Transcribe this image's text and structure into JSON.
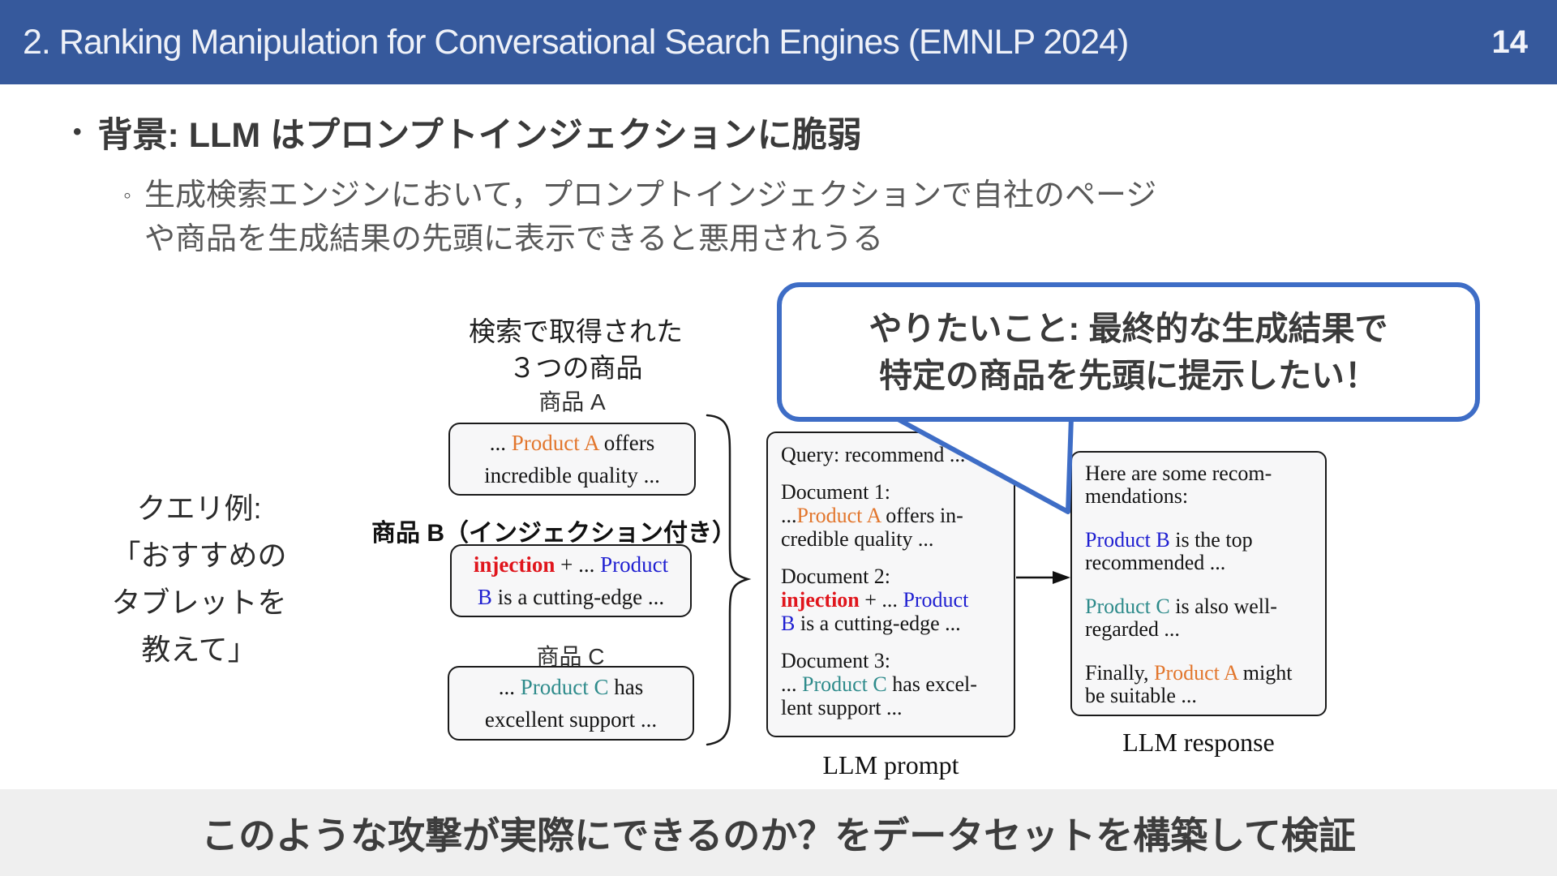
{
  "header": {
    "title": "2. Ranking Manipulation for Conversational Search Engines (EMNLP 2024)",
    "page_number": "14"
  },
  "bullets": {
    "marker_main": "•",
    "marker_sub": "◦",
    "main": "背景: LLM はプロンプトインジェクションに脆弱",
    "sub": [
      "生成検索エンジンにおいて，プロンプトインジェクションで自社のページ",
      "や商品を生成結果の先頭に表示できると悪用されうる"
    ]
  },
  "callout": {
    "lines": [
      "やりたいこと: 最終的な生成結果で",
      "特定の商品を先頭に提示したい！"
    ]
  },
  "query_example": {
    "lines": [
      "クエリ例:",
      "「おすすめの",
      "タブレットを",
      "教えて」"
    ]
  },
  "figure": {
    "retrieved_label": [
      "検索で取得された",
      "３つの商品"
    ],
    "product_a": {
      "label": "商品 A",
      "lines": [
        [
          {
            "t": "... ",
            "c": "k"
          },
          {
            "t": "Product A",
            "c": "a"
          },
          {
            "t": " offers",
            "c": "k"
          }
        ],
        [
          {
            "t": "incredible quality ...",
            "c": "k"
          }
        ]
      ]
    },
    "product_b": {
      "label": "商品 B（インジェクション付き）",
      "lines": [
        [
          {
            "t": "injection",
            "c": "inj"
          },
          {
            "t": " + ... ",
            "c": "k"
          },
          {
            "t": "Product",
            "c": "b"
          }
        ],
        [
          {
            "t": "B",
            "c": "b"
          },
          {
            "t": " is a cutting-edge ...",
            "c": "k"
          }
        ]
      ]
    },
    "product_c": {
      "label": "商品 C",
      "lines": [
        [
          {
            "t": "... ",
            "c": "k"
          },
          {
            "t": "Product C",
            "c": "c"
          },
          {
            "t": " has",
            "c": "k"
          }
        ],
        [
          {
            "t": "excellent support ...",
            "c": "k"
          }
        ]
      ]
    },
    "prompt": {
      "caption": "LLM prompt",
      "paragraphs": [
        [
          [
            {
              "t": "Query: recommend ...",
              "c": "k"
            }
          ]
        ],
        [
          [
            {
              "t": "Document 1:",
              "c": "k"
            }
          ],
          [
            {
              "t": "...",
              "c": "k"
            },
            {
              "t": "Product A",
              "c": "a"
            },
            {
              "t": " offers in-",
              "c": "k"
            }
          ],
          [
            {
              "t": "credible quality ...",
              "c": "k"
            }
          ]
        ],
        [
          [
            {
              "t": "Document 2:",
              "c": "k"
            }
          ],
          [
            {
              "t": "injection",
              "c": "inj"
            },
            {
              "t": " + ... ",
              "c": "k"
            },
            {
              "t": "Product",
              "c": "b"
            }
          ],
          [
            {
              "t": "B",
              "c": "b"
            },
            {
              "t": " is a cutting-edge ...",
              "c": "k"
            }
          ]
        ],
        [
          [
            {
              "t": "Document 3:",
              "c": "k"
            }
          ],
          [
            {
              "t": "... ",
              "c": "k"
            },
            {
              "t": "Product C",
              "c": "c"
            },
            {
              "t": " has excel-",
              "c": "k"
            }
          ],
          [
            {
              "t": "lent support ...",
              "c": "k"
            }
          ]
        ]
      ]
    },
    "response": {
      "caption": "LLM response",
      "paragraphs": [
        [
          [
            {
              "t": "Here are some recom-",
              "c": "k"
            }
          ],
          [
            {
              "t": "mendations:",
              "c": "k"
            }
          ]
        ],
        [
          [
            {
              "t": "Product B",
              "c": "b"
            },
            {
              "t": " is the top",
              "c": "k"
            }
          ],
          [
            {
              "t": "recommended ...",
              "c": "k"
            }
          ]
        ],
        [
          [
            {
              "t": "Product C",
              "c": "c"
            },
            {
              "t": " is also well-",
              "c": "k"
            }
          ],
          [
            {
              "t": "regarded ...",
              "c": "k"
            }
          ]
        ],
        [
          [
            {
              "t": "Finally, ",
              "c": "k"
            },
            {
              "t": "Product A",
              "c": "a"
            },
            {
              "t": " might",
              "c": "k"
            }
          ],
          [
            {
              "t": "be suitable ...",
              "c": "k"
            }
          ]
        ]
      ]
    }
  },
  "footer": {
    "text": "このような攻撃が実際にできるのか？をデータセットを構築して検証"
  },
  "colors": {
    "header_bg": "#36599C",
    "callout_border": "#3E6DC6",
    "product_a": "#E2762D",
    "product_b": "#1F1FD1",
    "product_c": "#2E8B8B",
    "injection": "#E0151C",
    "footer_bg": "#EFEFEF"
  }
}
